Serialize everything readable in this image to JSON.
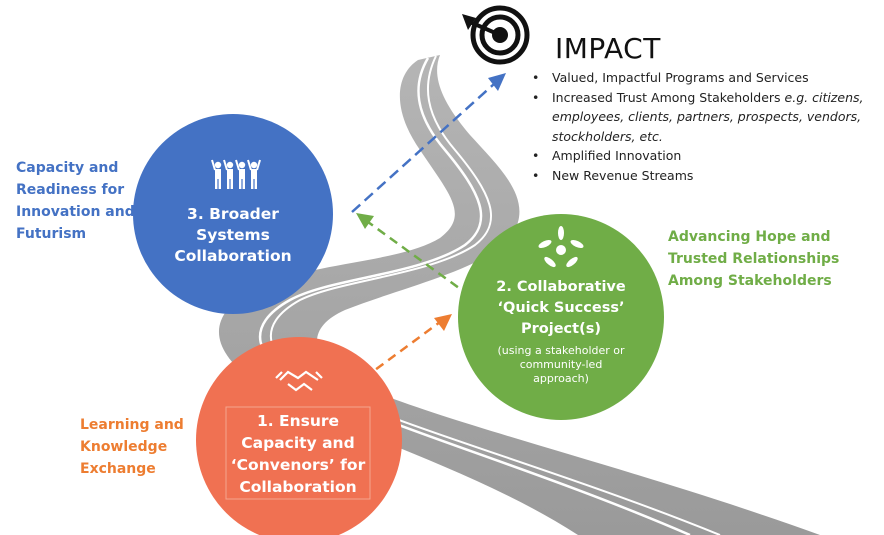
{
  "impact": {
    "title": "IMPACT",
    "bullets": [
      {
        "text": "Valued, Impactful Programs and Services"
      },
      {
        "text": "Increased Trust Among Stakeholders ",
        "italic": "e.g. citizens, employees, clients, partners, prospects, vendors, stockholders, etc."
      },
      {
        "text": "Amplified Innovation"
      },
      {
        "text": "New Revenue Streams"
      }
    ]
  },
  "circles": {
    "step3": {
      "lines": [
        "3. Broader",
        "Systems",
        "Collaboration"
      ],
      "color": "#4472C4",
      "icon": "people-group-icon"
    },
    "step2": {
      "lines": [
        "2. Collaborative",
        "‘Quick Success’",
        "Project(s)"
      ],
      "sub": [
        "(using a stakeholder or",
        "community-led",
        "approach)"
      ],
      "color": "#70AD47",
      "icon": "joined-hands-icon"
    },
    "step1": {
      "lines": [
        "1. Ensure",
        "Capacity and",
        "‘Convenors’ for",
        "Collaboration"
      ],
      "color": "#F07152",
      "icon": "handshake-icon"
    }
  },
  "side_labels": {
    "blue": {
      "lines": [
        "Capacity and",
        "Readiness for",
        "Innovation and",
        "Futurism"
      ],
      "color": "#4472C4"
    },
    "green": {
      "lines": [
        "Advancing Hope and",
        "Trusted Relationships",
        "Among Stakeholders"
      ],
      "color": "#70AD47"
    },
    "orange": {
      "lines": [
        "Learning and",
        "Knowledge",
        "Exchange"
      ],
      "color": "#ED7D31"
    }
  },
  "target_icon": "target-dart-icon",
  "road_color": "#A6A6A6"
}
